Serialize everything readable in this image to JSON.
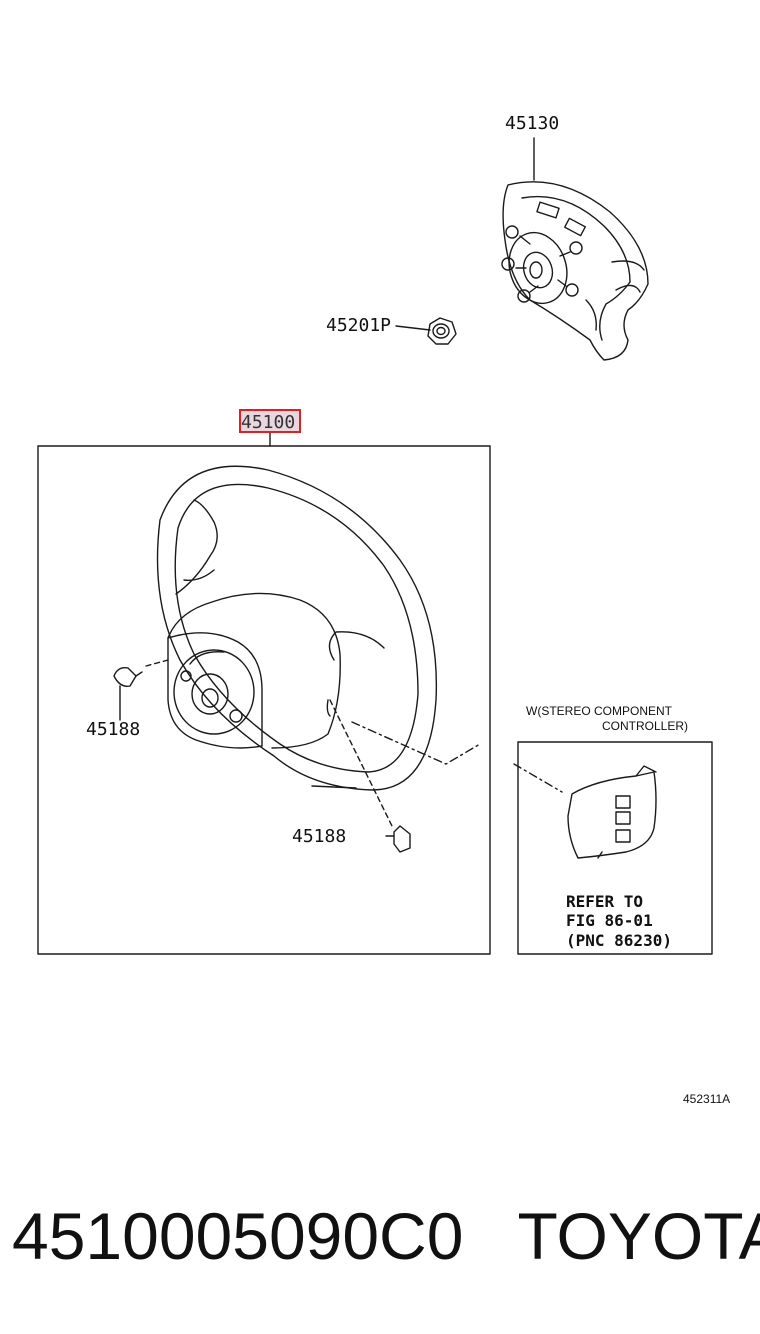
{
  "callouts": {
    "airbag": "45130",
    "nut": "45201P",
    "wheel_assembly": "45100",
    "screw_left": "45188",
    "screw_bottom": "45188"
  },
  "note": {
    "line1": "W(STEREO COMPONENT",
    "line2": "CONTROLLER)"
  },
  "refer": {
    "line1": "REFER TO",
    "line2": "FIG 86-01",
    "line3": "(PNC 86230)"
  },
  "figure_id": "452311A",
  "footer": {
    "part_number": "4510005090C0",
    "brand": "TOYOTA"
  },
  "colors": {
    "highlight_border": "#e02020",
    "highlight_fill": "#ead6de",
    "line": "#1a1a1a"
  }
}
